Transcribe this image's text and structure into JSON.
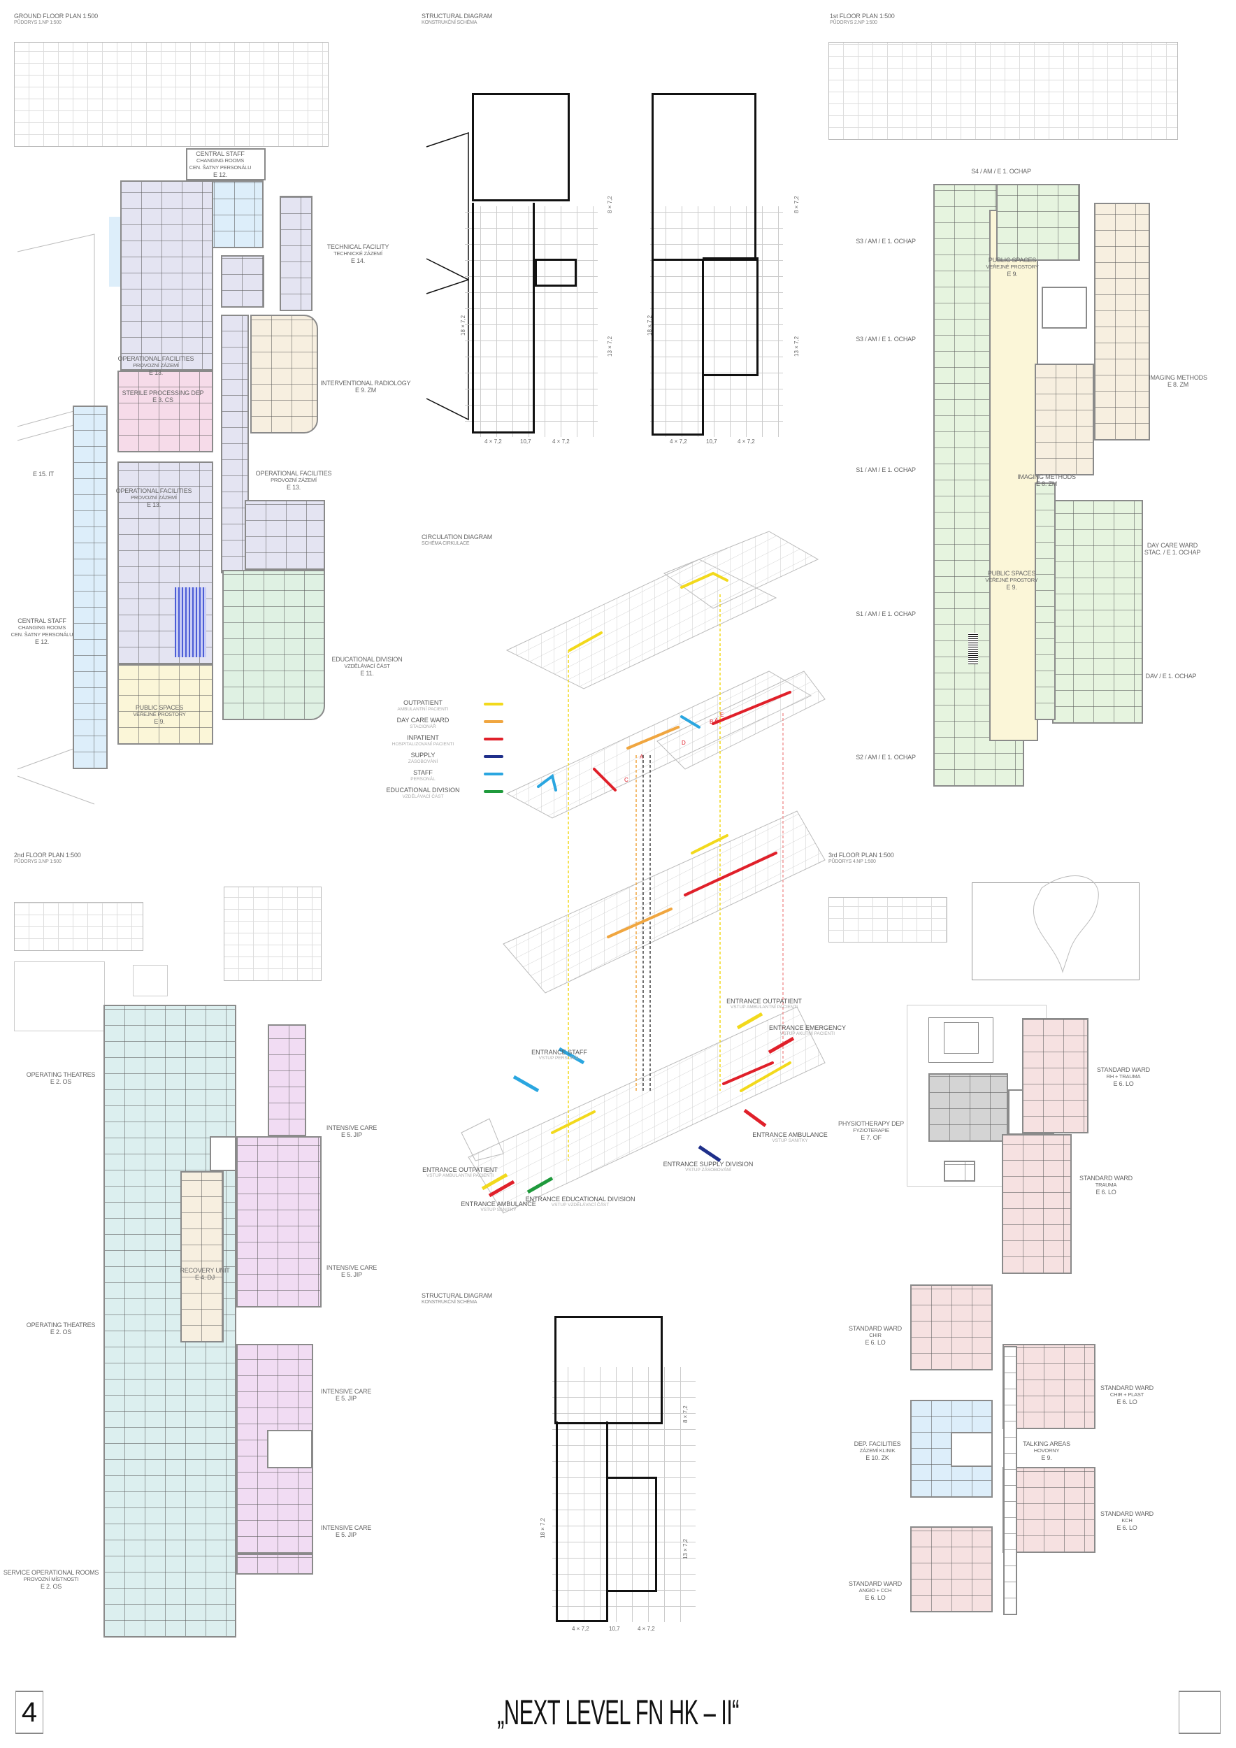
{
  "board": {
    "number": "4",
    "title": "„NEXT LEVEL FN HK – II“"
  },
  "ground_floor": {
    "title": "GROUND FLOOR PLAN 1:500",
    "subtitle": "PŮDORYS 1.NP 1:500",
    "labels": [
      {
        "lines": [
          "CENTRAL STAFF",
          "CHANGING ROOMS",
          "CEN. ŠATNY PERSONÁLU",
          "E 12."
        ]
      },
      {
        "lines": [
          "TECHNICAL FACILITY",
          "TECHNICKÉ ZÁZEMÍ",
          "E 14."
        ]
      },
      {
        "lines": [
          "OPERATIONAL FACILITIES",
          "PROVOZNÍ ZÁZEMÍ",
          "E 13."
        ]
      },
      {
        "lines": [
          "INTERVENTIONAL RADIOLOGY",
          "E 9. ZM"
        ]
      },
      {
        "lines": [
          "STERILE PROCESSING DEP",
          "E 3. CS"
        ]
      },
      {
        "lines": [
          "E 15. IT"
        ]
      },
      {
        "lines": [
          "OPERATIONAL FACILITIES",
          "PROVOZNÍ ZÁZEMÍ",
          "E 13."
        ]
      },
      {
        "lines": [
          "OPERATIONAL FACILITIES",
          "PROVOZNÍ ZÁZEMÍ",
          "E 13."
        ]
      },
      {
        "lines": [
          "CENTRAL STAFF",
          "CHANGING ROOMS",
          "CEN. ŠATNY PERSONÁLU",
          "E 12."
        ]
      },
      {
        "lines": [
          "EDUCATIONAL DIVISION",
          "VZDĚLÁVACÍ ČÁST",
          "E 11."
        ]
      },
      {
        "lines": [
          "PUBLIC SPACES",
          "VEŘEJNÉ PROSTORY",
          "E 9."
        ]
      }
    ]
  },
  "structural_top": {
    "title": "STRUCTURAL DIAGRAM",
    "subtitle": "KONSTRUKČNÍ SCHÉMA",
    "dims": [
      "4 × 7,2",
      "10,7",
      "4 × 7,2",
      "18 × 7,2",
      "8 × 7,2",
      "13 × 7,2"
    ]
  },
  "first_floor": {
    "title": "1st FLOOR PLAN 1:500",
    "subtitle": "PŮDORYS 2.NP 1:500",
    "labels": [
      {
        "lines": [
          "S4 / AM / E 1. OCHAP"
        ]
      },
      {
        "lines": [
          "S3 / AM / E 1. OCHAP"
        ]
      },
      {
        "lines": [
          "PUBLIC SPACES",
          "VEŘEJNÉ PROSTORY",
          "E 9."
        ]
      },
      {
        "lines": [
          "S3 / AM / E 1. OCHAP"
        ]
      },
      {
        "lines": [
          "IMAGING METHODS",
          "E 8. ZM"
        ]
      },
      {
        "lines": [
          "IMAGING METHODS",
          "E 8. ZM"
        ]
      },
      {
        "lines": [
          "S1 / AM / E 1. OCHAP"
        ]
      },
      {
        "lines": [
          "DAY CARE WARD",
          "STAC. / E 1. OCHAP"
        ]
      },
      {
        "lines": [
          "PUBLIC SPACES",
          "VEŘEJNÉ PROSTORY",
          "E 9."
        ]
      },
      {
        "lines": [
          "S1 / AM / E 1. OCHAP"
        ]
      },
      {
        "lines": [
          "DAV / E 1. OCHAP"
        ]
      },
      {
        "lines": [
          "S2 / AM / E 1. OCHAP"
        ]
      }
    ]
  },
  "circulation": {
    "title": "CIRCULATION DIAGRAM",
    "subtitle": "SCHÉMA CIRKULACE",
    "legend": [
      {
        "name": "OUTPATIENT",
        "sub": "AMBULANTNÍ PACIENTI",
        "color": "#f2d91c"
      },
      {
        "name": "DAY CARE WARD",
        "sub": "STACIONÁŘ",
        "color": "#f0a640"
      },
      {
        "name": "INPATIENT",
        "sub": "HOSPITALIZOVANÍ PACIENTI",
        "color": "#e0202a"
      },
      {
        "name": "SUPPLY",
        "sub": "ZÁSOBOVÁNÍ",
        "color": "#1f2f8a"
      },
      {
        "name": "STAFF",
        "sub": "PERSONÁL",
        "color": "#2aa6e0"
      },
      {
        "name": "EDUCATIONAL DIVISION",
        "sub": "VZDĚLÁVACÍ ČÁST",
        "color": "#1f9a3c"
      }
    ],
    "route_marks": [
      "A",
      "B",
      "C",
      "D",
      "E",
      "A"
    ],
    "entrances": [
      {
        "name": "ENTRANCE OUTPATIENT",
        "sub": "VSTUP AMBULANTNÍ PACIENTI"
      },
      {
        "name": "ENTRANCE EMERGENCY",
        "sub": "VSTUP AKUTNÍ PACIENTI"
      },
      {
        "name": "ENTRANCE STAFF",
        "sub": "VSTUP PERSONÁL"
      },
      {
        "name": "ENTRANCE AMBULANCE",
        "sub": "VSTUP SANITKY"
      },
      {
        "name": "ENTRANCE SUPPLY DIVISION",
        "sub": "VSTUP ZÁSOBOVÁNÍ"
      },
      {
        "name": "ENTRANCE OUTPATIENT",
        "sub": "VSTUP AMBULANTNÍ PACIENTI"
      },
      {
        "name": "ENTRANCE EDUCATIONAL DIVISION",
        "sub": "VSTUP VZDĚLÁVACÍ ČÁST"
      },
      {
        "name": "ENTRANCE AMBULANCE",
        "sub": "VSTUP SANITKY"
      }
    ]
  },
  "second_floor": {
    "title": "2nd FLOOR PLAN 1:500",
    "subtitle": "PŮDORYS 3.NP 1:500",
    "labels": [
      {
        "lines": [
          "OPERATING THEATRES",
          "E 2. OS"
        ]
      },
      {
        "lines": [
          "INTENSIVE CARE",
          "E 5. JIP"
        ]
      },
      {
        "lines": [
          "RECOVERY UNIT",
          "E 4. DJ"
        ]
      },
      {
        "lines": [
          "INTENSIVE CARE",
          "E 5. JIP"
        ]
      },
      {
        "lines": [
          "OPERATING THEATRES",
          "E 2. OS"
        ]
      },
      {
        "lines": [
          "INTENSIVE CARE",
          "E 5. JIP"
        ]
      },
      {
        "lines": [
          "INTENSIVE CARE",
          "E 5. JIP"
        ]
      },
      {
        "lines": [
          "SERVICE OPERATIONAL ROOMS",
          "PROVOZNÍ MÍSTNOSTI",
          "E 2. OS"
        ]
      }
    ]
  },
  "third_floor": {
    "title": "3rd FLOOR PLAN 1:500",
    "subtitle": "PŮDORYS 4.NP 1:500",
    "labels": [
      {
        "lines": [
          "STANDARD WARD",
          "RH + TRAUMA",
          "E 6. LO"
        ]
      },
      {
        "lines": [
          "PHYSIOTHERAPY DEP",
          "FYZIOTERAPIE",
          "E 7. OF"
        ]
      },
      {
        "lines": [
          "STANDARD WARD",
          "TRAUMA",
          "E 6. LO"
        ]
      },
      {
        "lines": [
          "STANDARD WARD",
          "CHIR",
          "E 6. LO"
        ]
      },
      {
        "lines": [
          "STANDARD WARD",
          "CHIR + PLAST",
          "E 6. LO"
        ]
      },
      {
        "lines": [
          "DEP. FACILITIES",
          "ZÁZEMÍ KLINIK",
          "E 10. ZK"
        ]
      },
      {
        "lines": [
          "TALKING AREAS",
          "HOVORNY",
          "E 9."
        ]
      },
      {
        "lines": [
          "STANDARD WARD",
          "KCH",
          "E 6. LO"
        ]
      },
      {
        "lines": [
          "STANDARD WARD",
          "ANGIO + CCH",
          "E 6. LO"
        ]
      }
    ]
  },
  "structural_bottom": {
    "title": "STRUCTURAL DIAGRAM",
    "subtitle": "KONSTRUKČNÍ SCHÉMA",
    "dims": [
      "4 × 7,2",
      "10,7",
      "4 × 7,2",
      "18 × 7,2",
      "8 × 7,2",
      "13 × 7,2"
    ]
  }
}
